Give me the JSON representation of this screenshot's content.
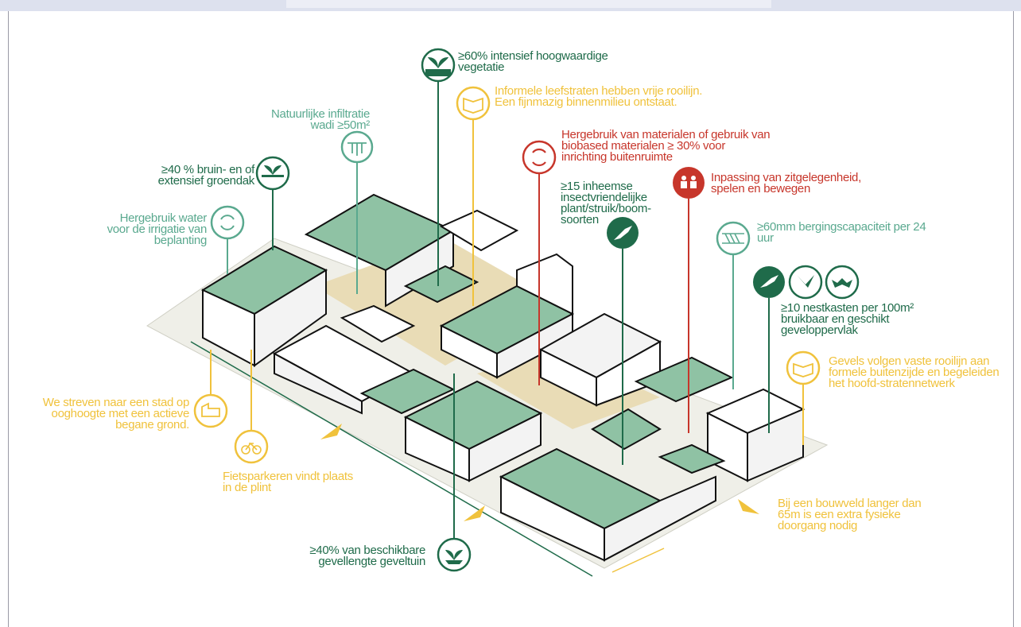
{
  "labels": {
    "vegetation": "≥60% intensief hoogwaardige vegetatie",
    "informal_streets": "Informele leefstraten hebben vrije rooilijn. Een fijnmazig binnenmilieu ontstaat.",
    "infiltration": "Natuurlijke infiltratie wadi ≥50m²",
    "reuse_materials": "Hergebruik van materialen of gebruik van biobased materialen ≥ 30% voor inrichting buitenruimte",
    "green_roof": "≥40 % bruin- en of extensief groendak",
    "seating": "Inpassing van zitgelegenheid, spelen en bewegen",
    "native_plants": "≥15 inheemse insectvriendelijke plant/struik/boom-soorten",
    "water_reuse": "Hergebruik water voor de irrigatie van beplanting",
    "storage": "≥60mm bergingscapaciteit per 24 uur",
    "nest_boxes": "≥10 nestkasten per 100m² bruikbaar en geschikt geveloppervlak",
    "facades": "Gevels volgen vaste rooilijn aan formele buitenzijde en begeleiden het hoofd-stratennetwerk",
    "eye_level": "We streven naar een stad op ooghoogte met een actieve begane grond.",
    "bike_parking": "Fietsparkeren vindt plaats in de plint",
    "passage": "Bij een bouwveld langer dan 65m is een extra fysieke doorgang nodig",
    "facade_garden": "≥40% van beschikbare gevellengte geveltuin"
  },
  "colors": {
    "dark_green": "#1f6b4a",
    "light_green": "#5aa98f",
    "yellow": "#f0c23c",
    "red": "#c7362b"
  },
  "icons": [
    "leaf-icon",
    "book-icon",
    "infiltration-icon",
    "recycle-icon",
    "sprout-icon",
    "people-icon",
    "bird-icon",
    "refresh-icon",
    "grid-icon",
    "bird-icon",
    "swallow-icon",
    "bat-icon",
    "open-book-icon",
    "storefront-icon",
    "bicycle-icon",
    "plant-icon"
  ]
}
